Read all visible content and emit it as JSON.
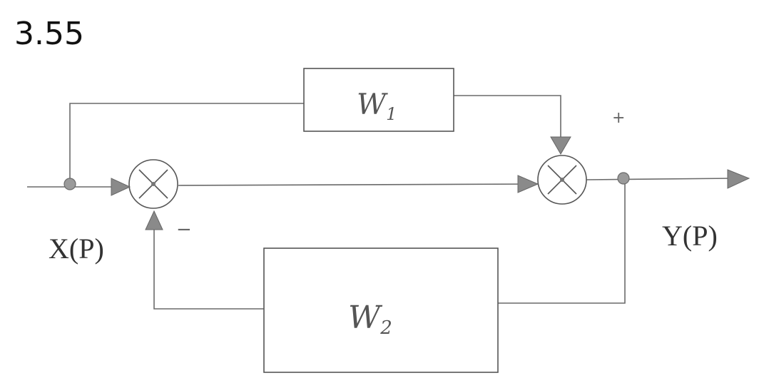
{
  "problem_number": "3.55",
  "blocks": {
    "w1": {
      "main": "W",
      "sub": "1"
    },
    "w2": {
      "main": "W",
      "sub": "2"
    }
  },
  "signals": {
    "input": "X(P)",
    "output": "Y(P)"
  },
  "signs": {
    "feedback": "−",
    "feedforward": "+"
  }
}
